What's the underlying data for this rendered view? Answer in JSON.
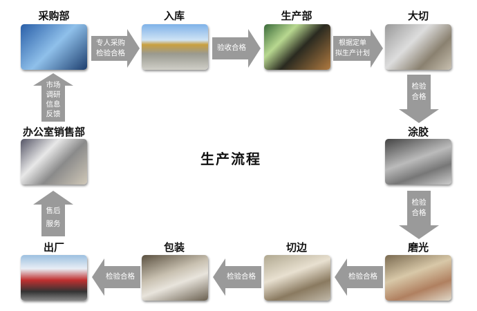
{
  "center_title": "生产流程",
  "nodes": {
    "purchasing": "采购部",
    "warehouse": "入库",
    "production": "生产部",
    "cutting": "大切",
    "gluing": "涂胶",
    "polishing": "磨光",
    "edging": "切边",
    "packaging": "包装",
    "shipping": "出厂",
    "sales": "办公室销售部"
  },
  "arrows": {
    "a1": "专人采购\n检验合格",
    "a2": "验收合格",
    "a3": "根据定单\n拟生产计划",
    "a4": "检验\n合格",
    "a5": "检验\n合格",
    "a6": "检验合格",
    "a7": "检验合格",
    "a8": "检验合格",
    "a9": "售后\n服务",
    "a10": "市场\n调研\n信息\n反馈"
  },
  "colors": {
    "arrow": "#9a9a9a"
  }
}
